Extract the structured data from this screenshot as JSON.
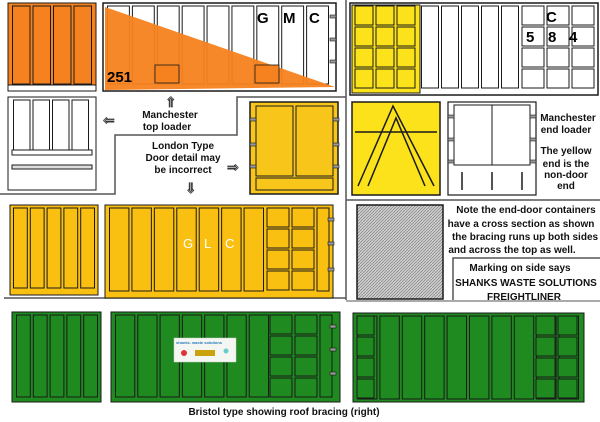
{
  "colors": {
    "orange": "#f5821f",
    "yellow": "#f9c012",
    "door_yellow": "#f8c51b",
    "end_yellow": "#fbe21a",
    "green": "#1f8a1f",
    "outline": "#1a1a1a"
  },
  "labels": {
    "gmc": [
      "G",
      "M",
      "C"
    ],
    "orange_number": "251",
    "manchester_top_loader": [
      "Manchester",
      "top loader"
    ],
    "london_type": [
      "London Type",
      "Door detail may",
      "be incorrect"
    ],
    "c584_top": "C",
    "c584_digits": [
      "5",
      "8",
      "4"
    ],
    "manchester_end_loader": [
      "Manchester",
      "end loader"
    ],
    "yellow_end_note": [
      "The yellow",
      "end is the",
      "non-door",
      "end"
    ],
    "end_door_note": [
      "Note the end-door containers",
      "have a cross section as shown",
      "the bracing runs up both sides",
      "and across the top as well."
    ],
    "marking_note": [
      "Marking on side says",
      "SHANKS WASTE SOLUTIONS",
      "FREIGHTLINER"
    ],
    "glc": [
      "G",
      "L",
      "C"
    ],
    "shanks_logo": "shanks. waste solutions",
    "bristol_caption": "Bristol type showing roof bracing (right)"
  },
  "icons": {
    "arrow_left": "⇐",
    "arrow_right": "⇒",
    "arrow_up": "⇑",
    "arrow_down": "⇓"
  }
}
